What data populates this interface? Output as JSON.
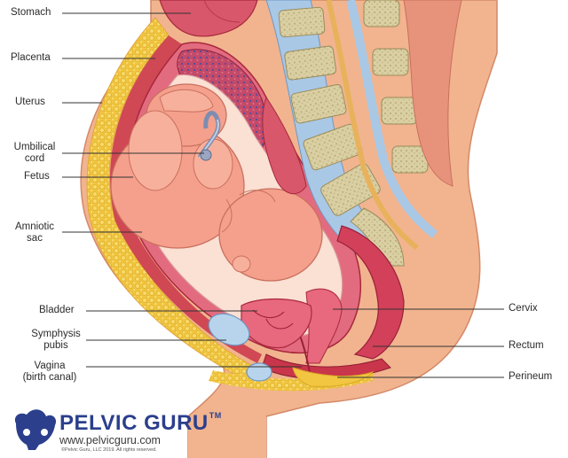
{
  "labels": {
    "stomach": "Stomach",
    "placenta": "Placenta",
    "uterus": "Uterus",
    "umbilical_cord_1": "Umbilical",
    "umbilical_cord_2": "cord",
    "fetus": "Fetus",
    "amniotic_sac_1": "Amniotic",
    "amniotic_sac_2": "sac",
    "bladder": "Bladder",
    "symphysis_pubis_1": "Symphysis",
    "symphysis_pubis_2": "pubis",
    "vagina_1": "Vagina",
    "vagina_2": "(birth canal)",
    "cervix": "Cervix",
    "rectum": "Rectum",
    "perineum": "Perineum"
  },
  "brand": {
    "name": "PELVIC GURU",
    "tm": "TM",
    "url": "www.pelvicguru.com",
    "copyright": "©Pelvic Guru, LLC 2019. All rights reserved."
  },
  "colors": {
    "skin": "#f0b08c",
    "fat": "#f2c94c",
    "muscle": "#c9354a",
    "fetus": "#f5a08a",
    "amniotic": "#fbe3d8",
    "bone": "#d8d0a8",
    "disc": "#a9c8e6",
    "brand": "#2b3f8c"
  }
}
